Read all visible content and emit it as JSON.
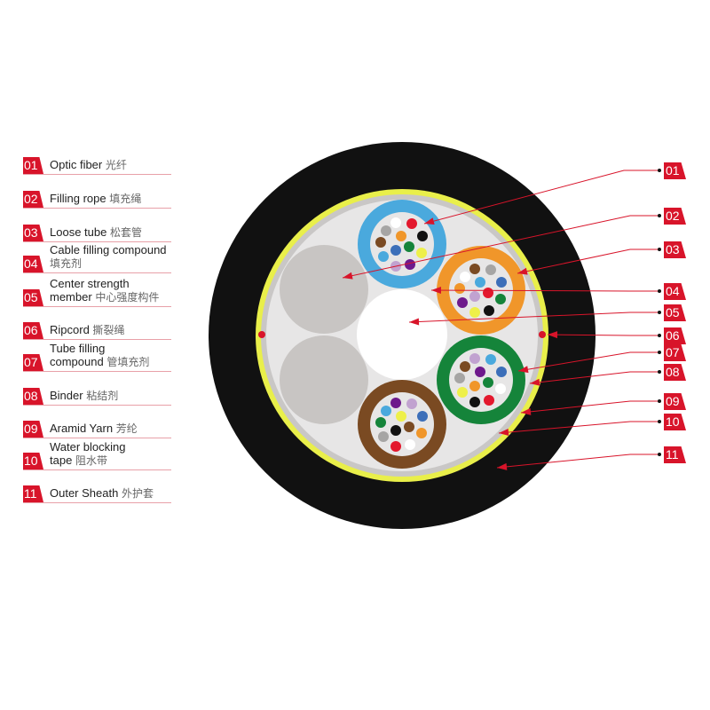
{
  "legend": [
    {
      "num": "01",
      "en": "Optic fiber",
      "cn": "光纤"
    },
    {
      "num": "02",
      "en": "Filling rope",
      "cn": "填充绳"
    },
    {
      "num": "03",
      "en": "Loose tube",
      "cn": "松套管"
    },
    {
      "num": "04",
      "en": "Cable filling compound",
      "cn": "填充剂"
    },
    {
      "num": "05",
      "en": "Center strength member",
      "cn": "中心强度构件"
    },
    {
      "num": "06",
      "en": "Ripcord",
      "cn": "撕裂绳"
    },
    {
      "num": "07",
      "en": "Tube filling compound",
      "cn": "管填充剂"
    },
    {
      "num": "08",
      "en": "Binder",
      "cn": "粘结剂"
    },
    {
      "num": "09",
      "en": "Aramid Yarn",
      "cn": "芳纶"
    },
    {
      "num": "10",
      "en": "Water blocking tape",
      "cn": "阻水带"
    },
    {
      "num": "11",
      "en": "Outer Sheath",
      "cn": "外护套"
    }
  ],
  "colors": {
    "accent": "#d8142a",
    "sheath": "#111111",
    "yarn": "#e9ef4a",
    "tape": "#c9c7c6",
    "compound": "#e7e6e6",
    "filler": "#c8c5c3",
    "tubes": [
      "#4aa9dd",
      "#f0962a",
      "#15843a",
      "#7a4a22"
    ]
  },
  "fibers": [
    [
      "#ffffff",
      "#e3182d",
      "#a6a5a4",
      "#f0962a",
      "#111111",
      "#7a4a22",
      "#15843a",
      "#3c6fb9",
      "#eef04a",
      "#4aa9dd",
      "#c1a2d0",
      "#6e1a8c"
    ],
    [
      "#7a4a22",
      "#a6a5a4",
      "#ffffff",
      "#4aa9dd",
      "#3c6fb9",
      "#f0962a",
      "#e3182d",
      "#c1a2d0",
      "#15843a",
      "#6e1a8c",
      "#eef04a",
      "#111111"
    ],
    [
      "#c1a2d0",
      "#4aa9dd",
      "#7a4a22",
      "#6e1a8c",
      "#3c6fb9",
      "#a6a5a4",
      "#15843a",
      "#f0962a",
      "#ffffff",
      "#eef04a",
      "#111111",
      "#e3182d"
    ],
    [
      "#6e1a8c",
      "#c1a2d0",
      "#4aa9dd",
      "#eef04a",
      "#3c6fb9",
      "#15843a",
      "#7a4a22",
      "#111111",
      "#f0962a",
      "#a6a5a4",
      "#e3182d",
      "#ffffff"
    ]
  ]
}
